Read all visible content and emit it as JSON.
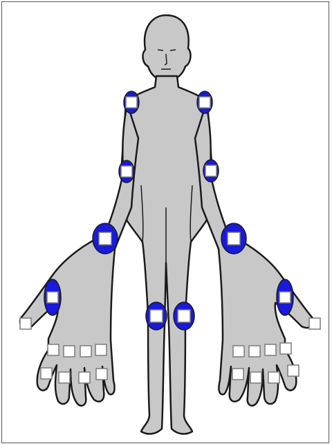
{
  "figure": {
    "name": "homunculus-joint-diagram"
  },
  "colors": {
    "body_fill": "#c8c8c8",
    "outline": "#1a1a1a",
    "marker_fill": "#1a1adb",
    "checkbox_fill": "#ffffff",
    "checkbox_border": "#7a7a7a",
    "frame": "#555555"
  },
  "joints": [
    {
      "id": "shoulder-right",
      "checked": false,
      "marker": "half"
    },
    {
      "id": "shoulder-left",
      "checked": false,
      "marker": "half"
    },
    {
      "id": "elbow-right",
      "checked": false,
      "marker": "half"
    },
    {
      "id": "elbow-left",
      "checked": false,
      "marker": "half"
    },
    {
      "id": "wrist-right",
      "checked": false,
      "marker": "full"
    },
    {
      "id": "wrist-left",
      "checked": false,
      "marker": "full"
    },
    {
      "id": "thumb-base-right",
      "checked": false,
      "marker": "full"
    },
    {
      "id": "thumb-base-left",
      "checked": false,
      "marker": "full"
    },
    {
      "id": "thumb-ip-right",
      "checked": false,
      "marker": "none"
    },
    {
      "id": "thumb-ip-left",
      "checked": false,
      "marker": "none"
    },
    {
      "id": "knee-right",
      "checked": false,
      "marker": "full"
    },
    {
      "id": "knee-left",
      "checked": false,
      "marker": "full"
    },
    {
      "id": "mcp-right-1",
      "checked": false,
      "marker": "none"
    },
    {
      "id": "mcp-right-2",
      "checked": false,
      "marker": "none"
    },
    {
      "id": "mcp-right-3",
      "checked": false,
      "marker": "none"
    },
    {
      "id": "mcp-right-4",
      "checked": false,
      "marker": "none"
    },
    {
      "id": "pip-right-1",
      "checked": false,
      "marker": "none"
    },
    {
      "id": "pip-right-2",
      "checked": false,
      "marker": "none"
    },
    {
      "id": "pip-right-3",
      "checked": false,
      "marker": "none"
    },
    {
      "id": "pip-right-4",
      "checked": false,
      "marker": "none"
    },
    {
      "id": "mcp-left-1",
      "checked": false,
      "marker": "none"
    },
    {
      "id": "mcp-left-2",
      "checked": false,
      "marker": "none"
    },
    {
      "id": "mcp-left-3",
      "checked": false,
      "marker": "none"
    },
    {
      "id": "mcp-left-4",
      "checked": false,
      "marker": "none"
    },
    {
      "id": "pip-left-1",
      "checked": false,
      "marker": "none"
    },
    {
      "id": "pip-left-2",
      "checked": false,
      "marker": "none"
    },
    {
      "id": "pip-left-3",
      "checked": false,
      "marker": "none"
    },
    {
      "id": "pip-left-4",
      "checked": false,
      "marker": "none"
    }
  ]
}
